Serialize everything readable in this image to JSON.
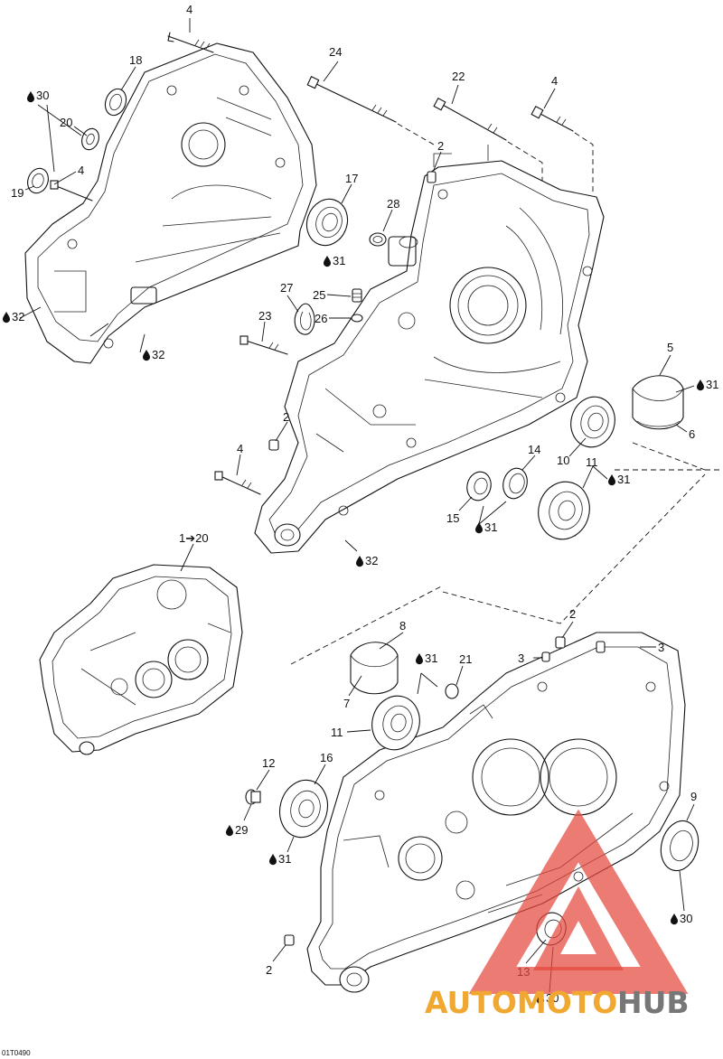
{
  "callouts": {
    "c4_top": "4",
    "c18": "18",
    "c30_left": "30",
    "c20": "20",
    "c4_left": "4",
    "c19": "19",
    "c32_left": "32",
    "c32_mid": "32",
    "c24": "24",
    "c22": "22",
    "c4_right": "4",
    "c2_top": "2",
    "c17": "17",
    "c31_17": "31",
    "c28": "28",
    "c27": "27",
    "c25": "25",
    "c26": "26",
    "c23": "23",
    "c5": "5",
    "c31_5": "31",
    "c6": "6",
    "c2_mid": "2",
    "c4_mid": "4",
    "c14": "14",
    "c10": "10",
    "c11_top": "11",
    "c31_11": "31",
    "c15": "15",
    "c31_15": "31",
    "c32_bottom": "32",
    "c1_20": "1➔20",
    "c8": "8",
    "c31_8": "31",
    "c21": "21",
    "c2_lower": "2",
    "c3_a": "3",
    "c3_b": "3",
    "c7": "7",
    "c11_low": "11",
    "c12": "12",
    "c16": "16",
    "c29": "29",
    "c31_16": "31",
    "c9": "9",
    "c30_9": "30",
    "c13": "13",
    "c30_13": "30",
    "c2_bottom": "2"
  },
  "footer_code": "01T0490",
  "watermark": {
    "text_part1": "AUTOMOTO",
    "text_part2": "HUB",
    "color_red": "#e5483f",
    "color_orange": "#f0a830",
    "color_gray": "#777777"
  }
}
